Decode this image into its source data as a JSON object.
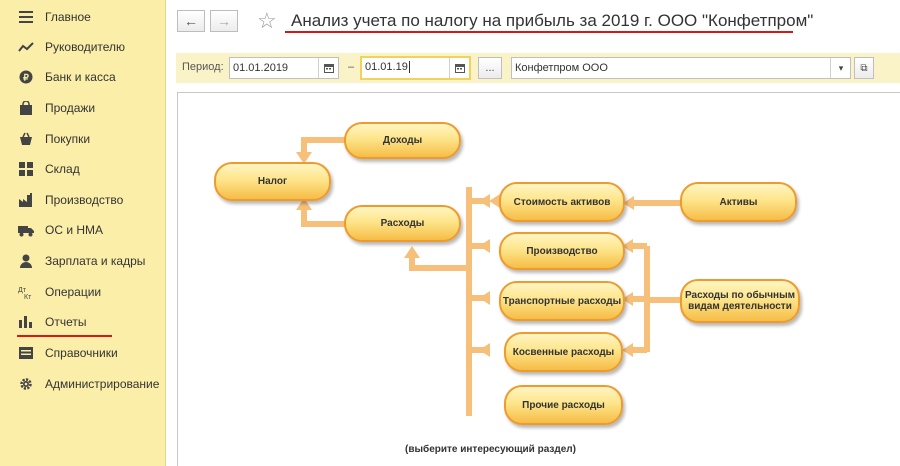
{
  "sidebar": {
    "items": [
      {
        "label": "Главное",
        "icon": "menu-icon"
      },
      {
        "label": "Руководителю",
        "icon": "trend-icon"
      },
      {
        "label": "Банк и касса",
        "icon": "coin-icon"
      },
      {
        "label": "Продажи",
        "icon": "bag-icon"
      },
      {
        "label": "Покупки",
        "icon": "basket-icon"
      },
      {
        "label": "Склад",
        "icon": "warehouse-icon"
      },
      {
        "label": "Производство",
        "icon": "factory-icon"
      },
      {
        "label": "ОС и НМА",
        "icon": "truck-icon"
      },
      {
        "label": "Зарплата и кадры",
        "icon": "person-icon"
      },
      {
        "label": "Операции",
        "icon": "dt-kt-icon"
      },
      {
        "label": "Отчеты",
        "icon": "bar-chart-icon"
      },
      {
        "label": "Справочники",
        "icon": "book-icon"
      },
      {
        "label": "Администрирование",
        "icon": "gear-icon"
      }
    ],
    "active_index": 10
  },
  "header": {
    "back_icon": "←",
    "forward_icon": "→",
    "star_icon": "☆",
    "title": "Анализ учета по налогу на прибыль за 2019 г. ООО \"Конфетпром\""
  },
  "toolbar": {
    "period_label": "Период:",
    "date_from": "01.01.2019",
    "dash": "–",
    "date_to": "01.01.19",
    "ellipsis_label": "...",
    "org_value": "Конфетпром ООО",
    "dropdown_icon": "▾",
    "open_icon": "⧉"
  },
  "diagram": {
    "nodes": {
      "income": "Доходы",
      "tax": "Налог",
      "expenses": "Расходы",
      "asset_cost": "Стоимость активов",
      "assets": "Активы",
      "production": "Производство",
      "transport": "Транспортные расходы",
      "ordinary": "Расходы по обычным видам деятельности",
      "indirect": "Косвенные расходы",
      "other": "Прочие расходы"
    },
    "hint": "(выберите интересующий раздел)"
  },
  "colors": {
    "sidebar_bg": "#fbeea8",
    "accent_red": "#d81818",
    "pill_border": "#ee9a2c",
    "arrow": "#f7c07a"
  }
}
